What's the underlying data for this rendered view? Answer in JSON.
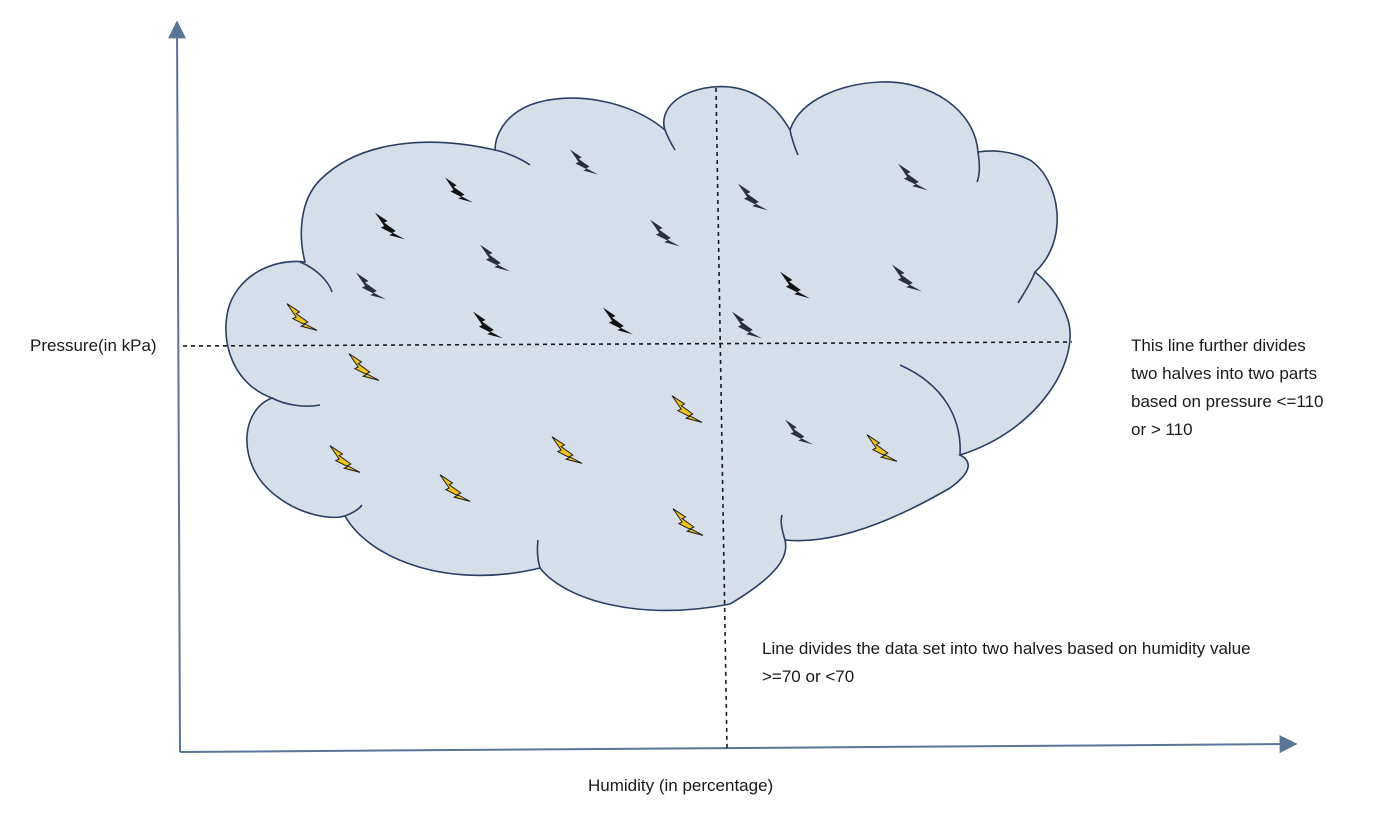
{
  "axes": {
    "y_label": "Pressure(in kPa)",
    "x_label": "Humidity (in percentage)"
  },
  "annotations": {
    "pressure_split": [
      "This line further divides",
      "two halves into two parts",
      "based on pressure <=110",
      "or > 110"
    ],
    "humidity_split": [
      "Line divides the data set into two halves based on humidity value",
      ">=70 or <70"
    ]
  },
  "colors": {
    "axis": "#5b7596",
    "cloud_fill": "#d6deea",
    "cloud_stroke": "#2c3e63",
    "bolt_dark": "#111111",
    "bolt_yellow": "#f0c419",
    "divider": "#1a1a1a"
  },
  "icons": {
    "point_dark": "lightning-bolt-dark-icon",
    "point_yellow": "lightning-bolt-yellow-icon"
  }
}
